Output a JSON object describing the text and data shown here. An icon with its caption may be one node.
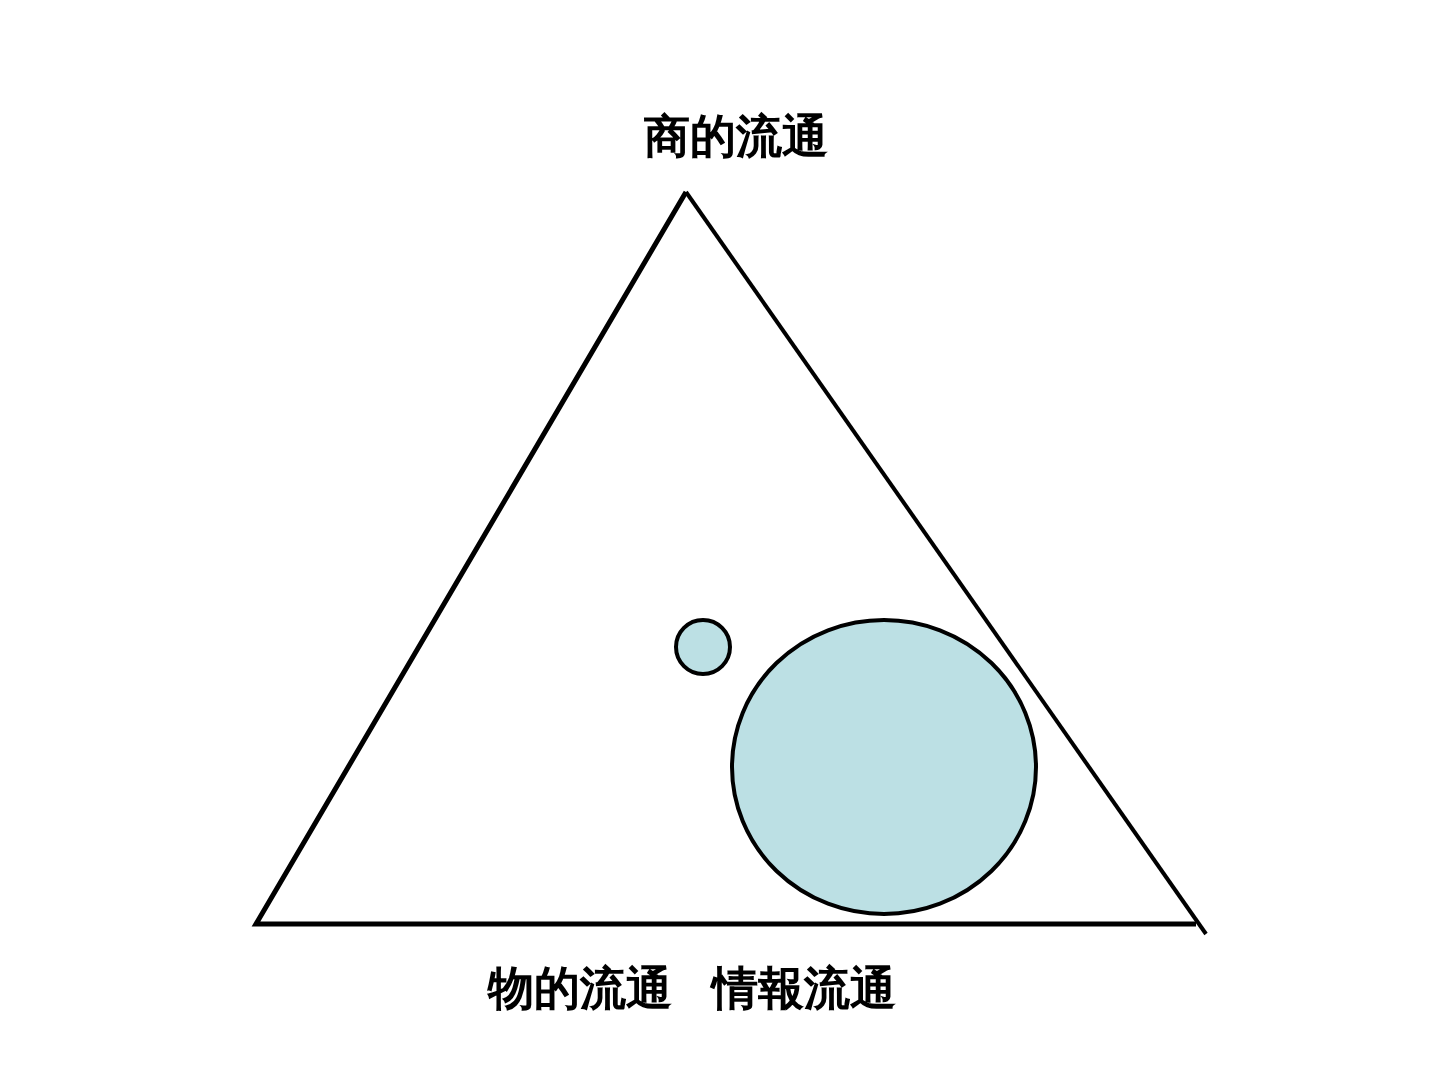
{
  "diagram": {
    "nodes": [
      {
        "text": [
          "商的流通",
          "物的流通",
          "情報流通"
        ]
      },
      {
        "text": [],
        "shape": "circle",
        "in": 0
      },
      {
        "text": [],
        "shape": "circle",
        "in": 0
      }
    ]
  }
}
